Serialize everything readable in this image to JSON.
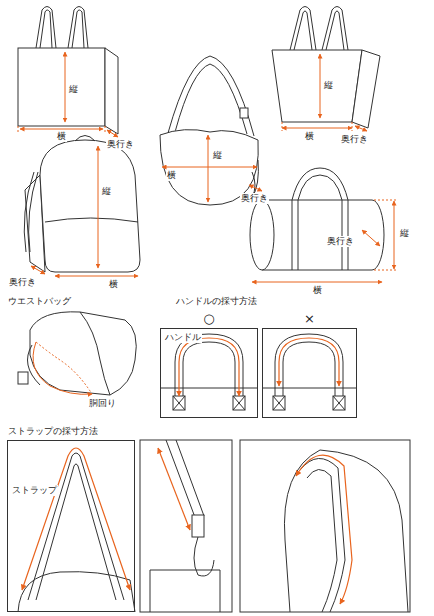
{
  "diagram": {
    "nodes": [
      {
        "text": [
          "○",
          "ハンドル"
        ]
      },
      {
        "text": [
          "×"
        ]
      },
      {
        "text": [
          "ストラップ"
        ]
      }
    ],
    "labels": [
      "縦",
      "横",
      "奥行き",
      "縦",
      "横",
      "奥行き",
      "縦",
      "横",
      "奥行き",
      "縦",
      "奥行き",
      "横",
      "奥行き",
      "縦",
      "横",
      "ウエストバッグ",
      "胴回り",
      "ハンドルの採寸方法",
      "ストラップの採寸方法"
    ]
  }
}
